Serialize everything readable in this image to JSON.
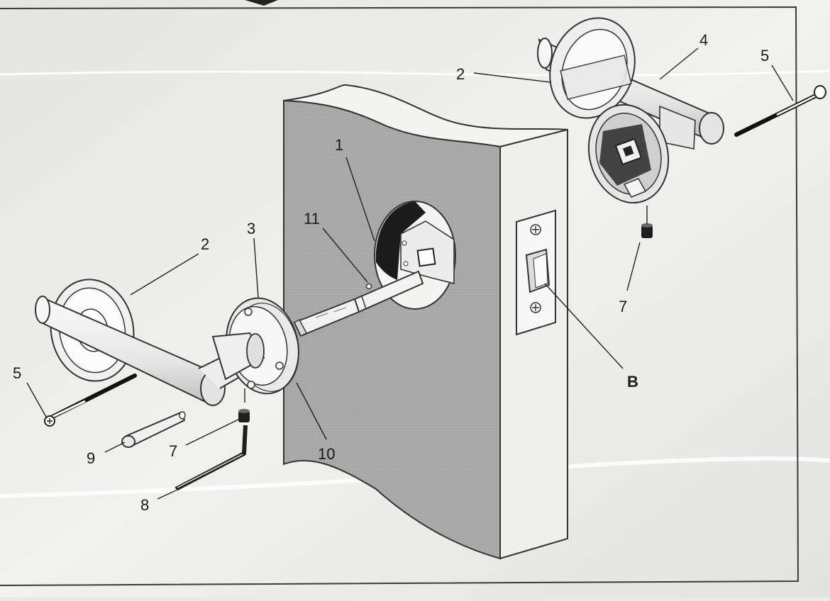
{
  "diagram": {
    "callouts": {
      "c1": "1",
      "c2_left": "2",
      "c2_right": "2",
      "c3": "3",
      "c4": "4",
      "c5_left": "5",
      "c5_right": "5",
      "c7_left": "7",
      "c7_right": "7",
      "c8": "8",
      "c9": "9",
      "c10": "10",
      "c11": "11",
      "cB": "B"
    }
  }
}
